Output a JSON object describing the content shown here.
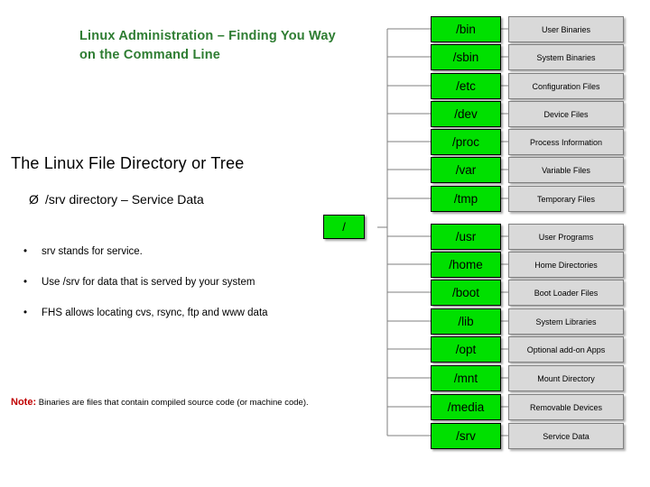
{
  "slide": {
    "title": "Linux Administration – Finding You Way on the Command Line",
    "heading": "The Linux File Directory or Tree",
    "arrow_bullet": {
      "glyph": "Ø",
      "text": "/srv directory – Service Data"
    },
    "bullets": [
      "srv stands for service.",
      "Use /srv for data that is served by your system",
      "FHS allows locating cvs, rsync, ftp and www data"
    ],
    "note_label": "Note:",
    "note_text": " Binaries are files that contain compiled source code (or machine code)."
  },
  "diagram": {
    "root_label": "/",
    "colors": {
      "green": "#00e000",
      "grey": "#d9d9d9",
      "title_green": "#2e7d32",
      "note_red": "#c00000"
    },
    "nodes": [
      {
        "dir": "/bin",
        "desc": "User Binaries"
      },
      {
        "dir": "/sbin",
        "desc": "System Binaries"
      },
      {
        "dir": "/etc",
        "desc": "Configuration Files"
      },
      {
        "dir": "/dev",
        "desc": "Device Files"
      },
      {
        "dir": "/proc",
        "desc": "Process Information"
      },
      {
        "dir": "/var",
        "desc": "Variable Files"
      },
      {
        "dir": "/tmp",
        "desc": "Temporary Files"
      },
      {
        "dir": "/usr",
        "desc": "User Programs"
      },
      {
        "dir": "/home",
        "desc": "Home Directories"
      },
      {
        "dir": "/boot",
        "desc": "Boot Loader Files"
      },
      {
        "dir": "/lib",
        "desc": "System Libraries"
      },
      {
        "dir": "/opt",
        "desc": "Optional add-on Apps"
      },
      {
        "dir": "/mnt",
        "desc": "Mount Directory"
      },
      {
        "dir": "/media",
        "desc": "Removable Devices"
      },
      {
        "dir": "/srv",
        "desc": "Service Data"
      }
    ]
  }
}
